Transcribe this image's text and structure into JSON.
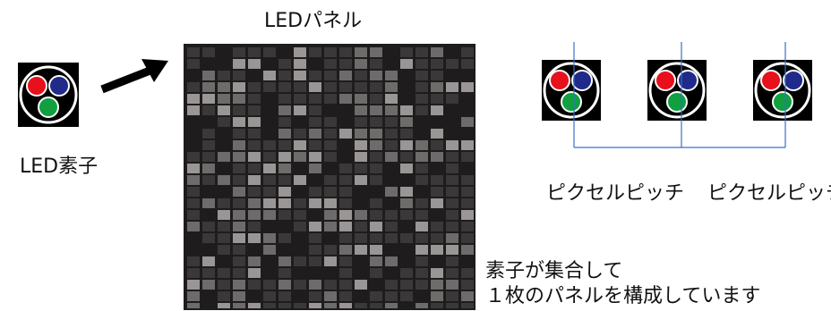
{
  "panel_title": "LEDパネル",
  "element_caption": "LED素子",
  "pitch_labels": [
    "ピクセルピッチ",
    "ピクセルピッチ"
  ],
  "note_lines": [
    "素子が集合して",
    "１枚のパネルを構成しています"
  ],
  "led_colors": {
    "red": "#e8101c",
    "blue": "#1f2a8a",
    "green": "#10a040",
    "body": "#000000",
    "ring": "#ffffff"
  },
  "panel_colors": {
    "dark": "#1e1c1d",
    "mid": "#3a3838",
    "light": "#6e6b6b",
    "bright": "#9a9696"
  },
  "line_color": "#3a6fc7",
  "icons": {
    "arrow": "arrow-icon",
    "led": "led-element-icon"
  }
}
